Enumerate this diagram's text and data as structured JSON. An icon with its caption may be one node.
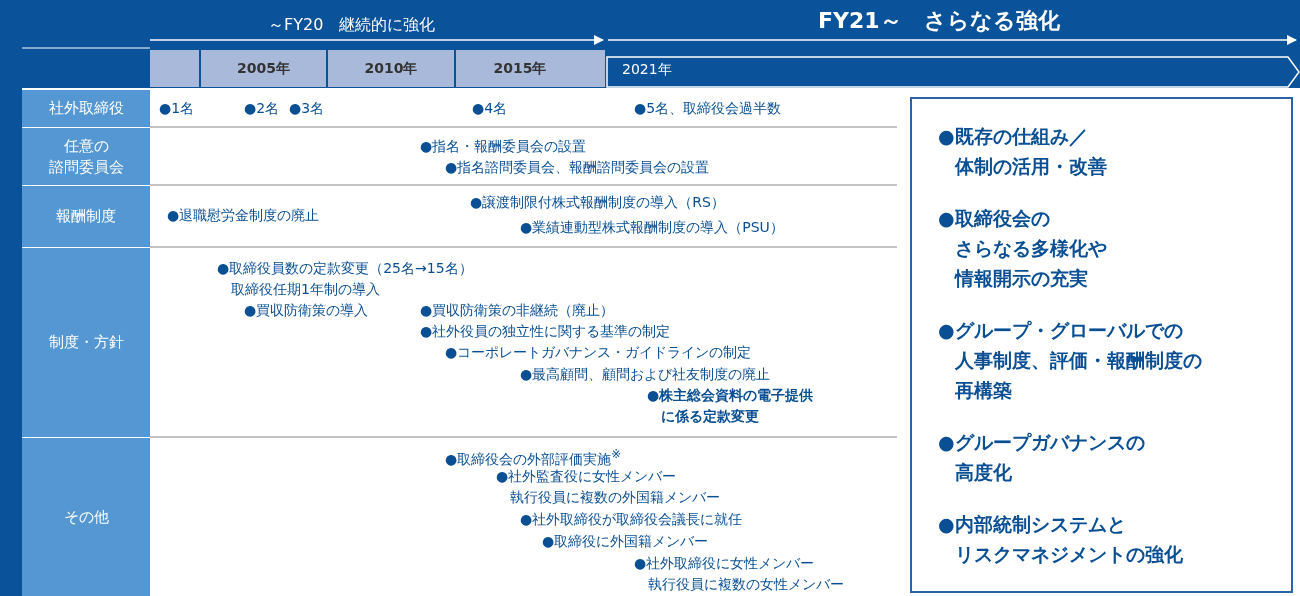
{
  "diagram": {
    "nodes": [
      {
        "text": [
          "2005年"
        ]
      },
      {
        "text": [
          "2010年"
        ]
      },
      {
        "text": [
          "2015年"
        ]
      },
      {
        "text": [
          "2021年"
        ]
      },
      {
        "text": [
          "社外取締役"
        ]
      },
      {
        "text": [
          "任意の諮問委員会"
        ]
      },
      {
        "text": [
          "報酬制度"
        ]
      },
      {
        "text": [
          "制度・方針"
        ]
      },
      {
        "text": [
          "その他"
        ]
      },
      {
        "text": [
          "●既存の仕組み／体制の活用・改善",
          "●取締役会のさらなる多様化や情報開示の充実",
          "●グループ・グローバルでの人事制度、評価・報酬制度の再構築",
          "●グループガバナンスの高度化",
          "●内部統制システムとリスクマネジメントの強化"
        ]
      }
    ],
    "labels": [
      "～FY20　継続的に強化",
      "FY21～　さらなる強化",
      "●1名",
      "●2名",
      "●3名",
      "●4名",
      "●5名、取締役会過半数",
      "●指名・報酬委員会の設置",
      "●指名諮問委員会、報酬諮問委員会の設置",
      "●退職慰労金制度の廃止",
      "●譲渡制限付株式報酬制度の導入（RS）",
      "●業績連動型株式報酬制度の導入（PSU）",
      "●取締役員数の定款変更（25名→15名）取締役任期1年制の導入",
      "●買収防衛策の導入",
      "●買収防衛策の非継続（廃止）",
      "●社外役員の独立性に関する基準の制定",
      "●コーポレートガバナンス・ガイドラインの制定",
      "●最高顧問、顧問および社友制度の廃止",
      "●株主総会資料の電子提供に係る定款変更",
      "●取締役会の外部評価実施$^{※}$",
      "●社外監査役に女性メンバー執行役員に複数の外国籍メンバー",
      "●社外取締役が取締役会議長に就任",
      "●取締役に外国籍メンバー",
      "●社外取締役に女性メンバー執行役員に複数の女性メンバー"
    ]
  }
}
